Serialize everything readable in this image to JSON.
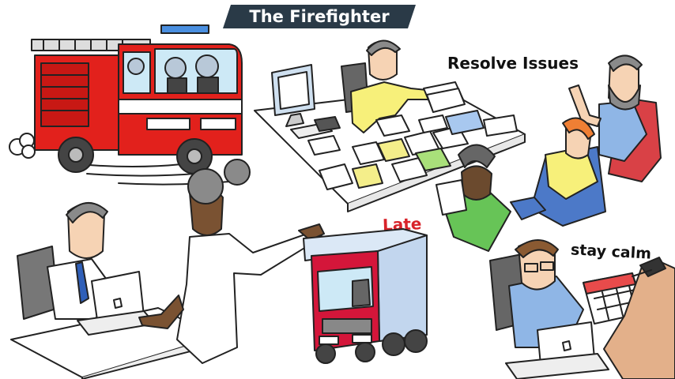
{
  "banner": {
    "title": "The Firefighter"
  },
  "captions": {
    "resolve": "Resolve Issues",
    "late": "Late",
    "calm": "stay calm"
  },
  "colors": {
    "banner": "#2a3a47",
    "firetruck": "#e2211c",
    "delivery_cab": "#d4163a",
    "shirt_yellow": "#f7f07a",
    "chair_blue": "#4c79c8",
    "chair_red": "#d94146",
    "chair_green": "#67c457",
    "shirt_blue": "#8fb6e6",
    "paper_yellow": "#f4ee8a",
    "paper_green": "#a9e07a",
    "paper_blue": "#a8c8ef"
  }
}
